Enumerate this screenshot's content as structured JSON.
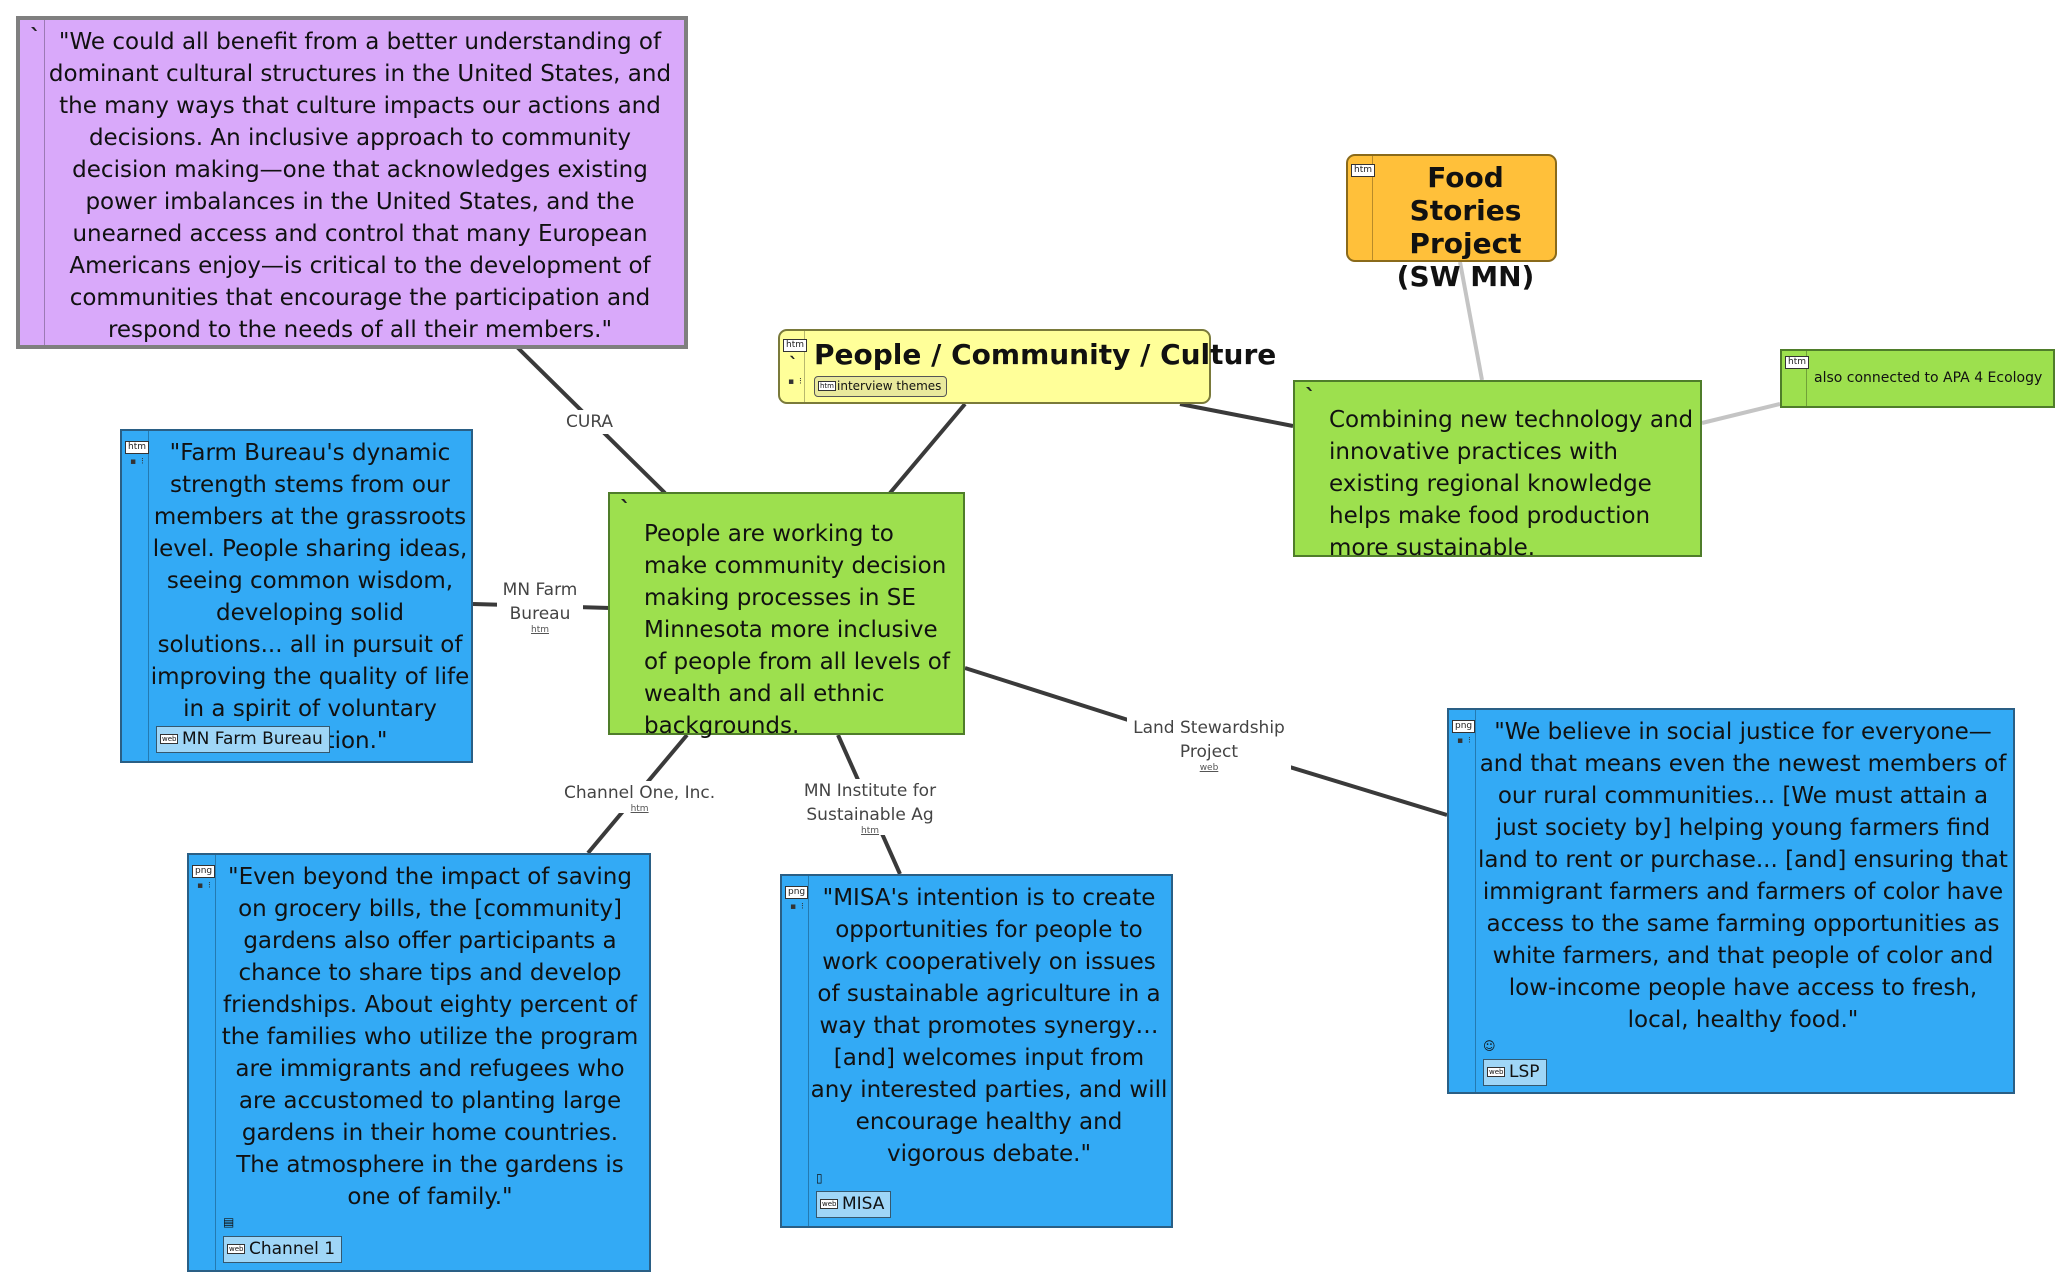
{
  "central": {
    "text": "People are working to make community decision making processes in SE Minnesota more inclusive of people from all levels of wealth and all ethnic backgrounds."
  },
  "topic": {
    "badge": "htm",
    "title": "People / Community / Culture",
    "link_badge": "htm",
    "link_label": "interview themes"
  },
  "food_stories": {
    "badge": "htm",
    "title": "Food Stories Project (SW MN)"
  },
  "combining": {
    "text": "Combining new technology and innovative practices with existing regional knowledge helps make food production more sustainable."
  },
  "apa": {
    "badge": "htm",
    "text": "also connected to APA 4 Ecology"
  },
  "cura_quote": {
    "text": "\"We could all benefit from a better understanding of dominant cultural structures in the United States, and the many ways that culture impacts our actions and decisions. An inclusive approach to community decision making—one that acknowledges existing power imbalances in the United States, and the unearned access and control that many European Americans enjoy—is critical to the development of communities that encourage the participation and respond to the needs of all their members.\""
  },
  "farm_bureau": {
    "badge": "htm",
    "text": "\"Farm Bureau's dynamic strength stems from our members at the grassroots level. People sharing ideas, seeing common wisdom, developing solid solutions... all in pursuit of improving the quality of life in a spirit of voluntary cooperation.\"",
    "link_badge": "web",
    "link_label": "MN Farm Bureau"
  },
  "channel_one": {
    "badge": "png",
    "text": "\"Even beyond the impact of saving on grocery bills, the [community] gardens also offer participants a chance to share tips and develop friendships. About eighty percent of the families who utilize the program are immigrants and refugees who are accustomed to planting large gardens in their home countries. The atmosphere in the gardens is one of family.\"",
    "link_badge": "web",
    "link_label": "Channel 1"
  },
  "misa": {
    "badge": "png",
    "text": "\"MISA's intention is to create opportunities for people to work cooperatively on issues of sustainable agriculture in a way that promotes synergy… [and] welcomes input from any interested parties, and will encourage healthy and vigorous debate.\"",
    "link_badge": "web",
    "link_label": "MISA"
  },
  "lsp": {
    "badge": "png",
    "text": "\"We believe in social justice for everyone—and that means even the newest members of our rural communities... [We must attain a just society by] helping young farmers find land to rent or purchase... [and] ensuring that immigrant farmers and farmers of color have access to the same farming opportunities as white farmers, and that people of color and low-income people have access to fresh, local, healthy food.\"",
    "link_badge": "web",
    "link_label": "LSP"
  },
  "edge_labels": {
    "cura": "CURA",
    "mn_farm_bureau": "MN Farm Bureau",
    "mn_farm_bureau_sub": "htm",
    "channel_one": "Channel One, Inc.",
    "channel_one_sub": "htm",
    "misa": "MN Institute for Sustainable Ag",
    "misa_sub": "htm",
    "lsp": "Land Stewardship Project",
    "lsp_sub": "web"
  },
  "colors": {
    "green": "#9de04e",
    "yellow": "#ffff99",
    "orange": "#ffc03a",
    "purple": "#d9a9fa",
    "blue": "#33aaf5"
  }
}
